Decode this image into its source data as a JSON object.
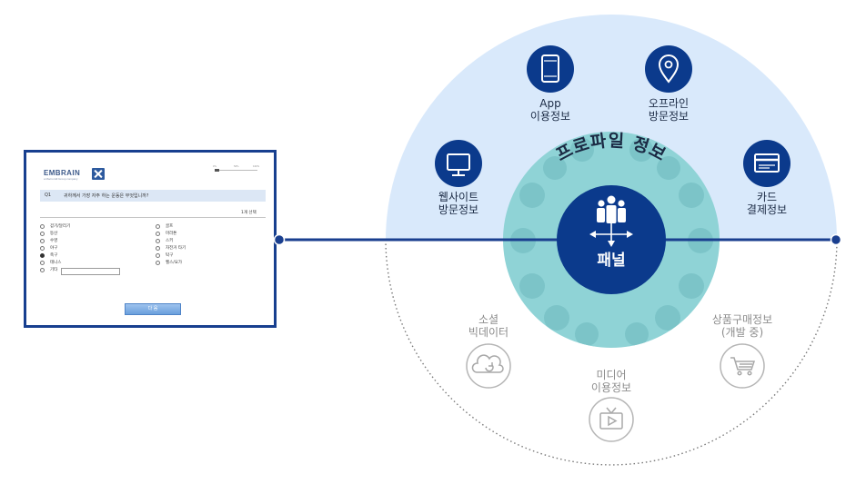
{
  "survey": {
    "logo_text": "EMBRAIN",
    "logo_sub": "a Macromill Group company",
    "progress_ticks": [
      "0%",
      "50%",
      "100%"
    ],
    "progress_fraction": 0.1,
    "question_number": "Q1",
    "question_text": "귀하께서 가장 자주 하는 운동은 무엇입니까?",
    "select_count": "1개 선택",
    "options_left": [
      "걷기/달리기",
      "등산",
      "수영",
      "야구",
      "축구",
      "테니스",
      "기타"
    ],
    "options_right": [
      "골프",
      "마라톤",
      "스키",
      "자전거 타기",
      "탁구",
      "헬스/요가"
    ],
    "checked_option": "축구",
    "other_value": "",
    "next_button": "다 음"
  },
  "hub": {
    "center_label": "패널",
    "ring_label": "프로파일 정보"
  },
  "sources_active": [
    {
      "id": "app",
      "line1": "App",
      "line2": "이용정보",
      "icon": "smartphone-icon"
    },
    {
      "id": "offline",
      "line1": "오프라인",
      "line2": "방문정보",
      "icon": "map-pin-icon"
    },
    {
      "id": "website",
      "line1": "웹사이트",
      "line2": "방문정보",
      "icon": "monitor-icon"
    },
    {
      "id": "card",
      "line1": "카드",
      "line2": "결제정보",
      "icon": "credit-card-icon"
    }
  ],
  "sources_planned": [
    {
      "id": "social",
      "line1": "소셜",
      "line2": "빅데이터",
      "icon": "cloud-sync-icon"
    },
    {
      "id": "media",
      "line1": "미디어",
      "line2": "이용정보",
      "icon": "tv-play-icon"
    },
    {
      "id": "purchase",
      "line1": "상품구매정보",
      "line2": "(개발 중)",
      "icon": "shopping-cart-icon"
    }
  ],
  "colors": {
    "navy": "#0b3a8c",
    "line": "#1a3f8f",
    "top_fill": "#d9e9fb",
    "ring_teal": "#8fd3d6",
    "gray": "#b5b5b5",
    "text_dark": "#1b2a44",
    "text_gray": "#8c8c8c"
  }
}
